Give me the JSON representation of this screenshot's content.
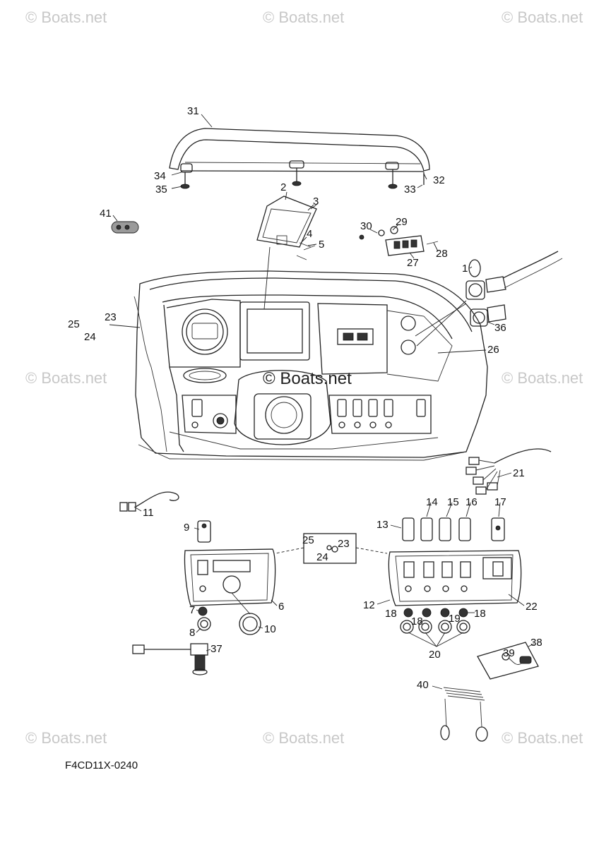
{
  "watermark": "© Boats.net",
  "diagram_code": "F4CD11X-0240",
  "callouts": [
    "1",
    "2",
    "3",
    "4",
    "5",
    "6",
    "7",
    "8",
    "9",
    "10",
    "11",
    "12",
    "13",
    "14",
    "15",
    "16",
    "17",
    "18",
    "19",
    "20",
    "21",
    "22",
    "23",
    "24",
    "25",
    "26",
    "27",
    "28",
    "29",
    "30",
    "31",
    "32",
    "33",
    "34",
    "35",
    "36",
    "37",
    "38",
    "39",
    "40",
    "41"
  ]
}
